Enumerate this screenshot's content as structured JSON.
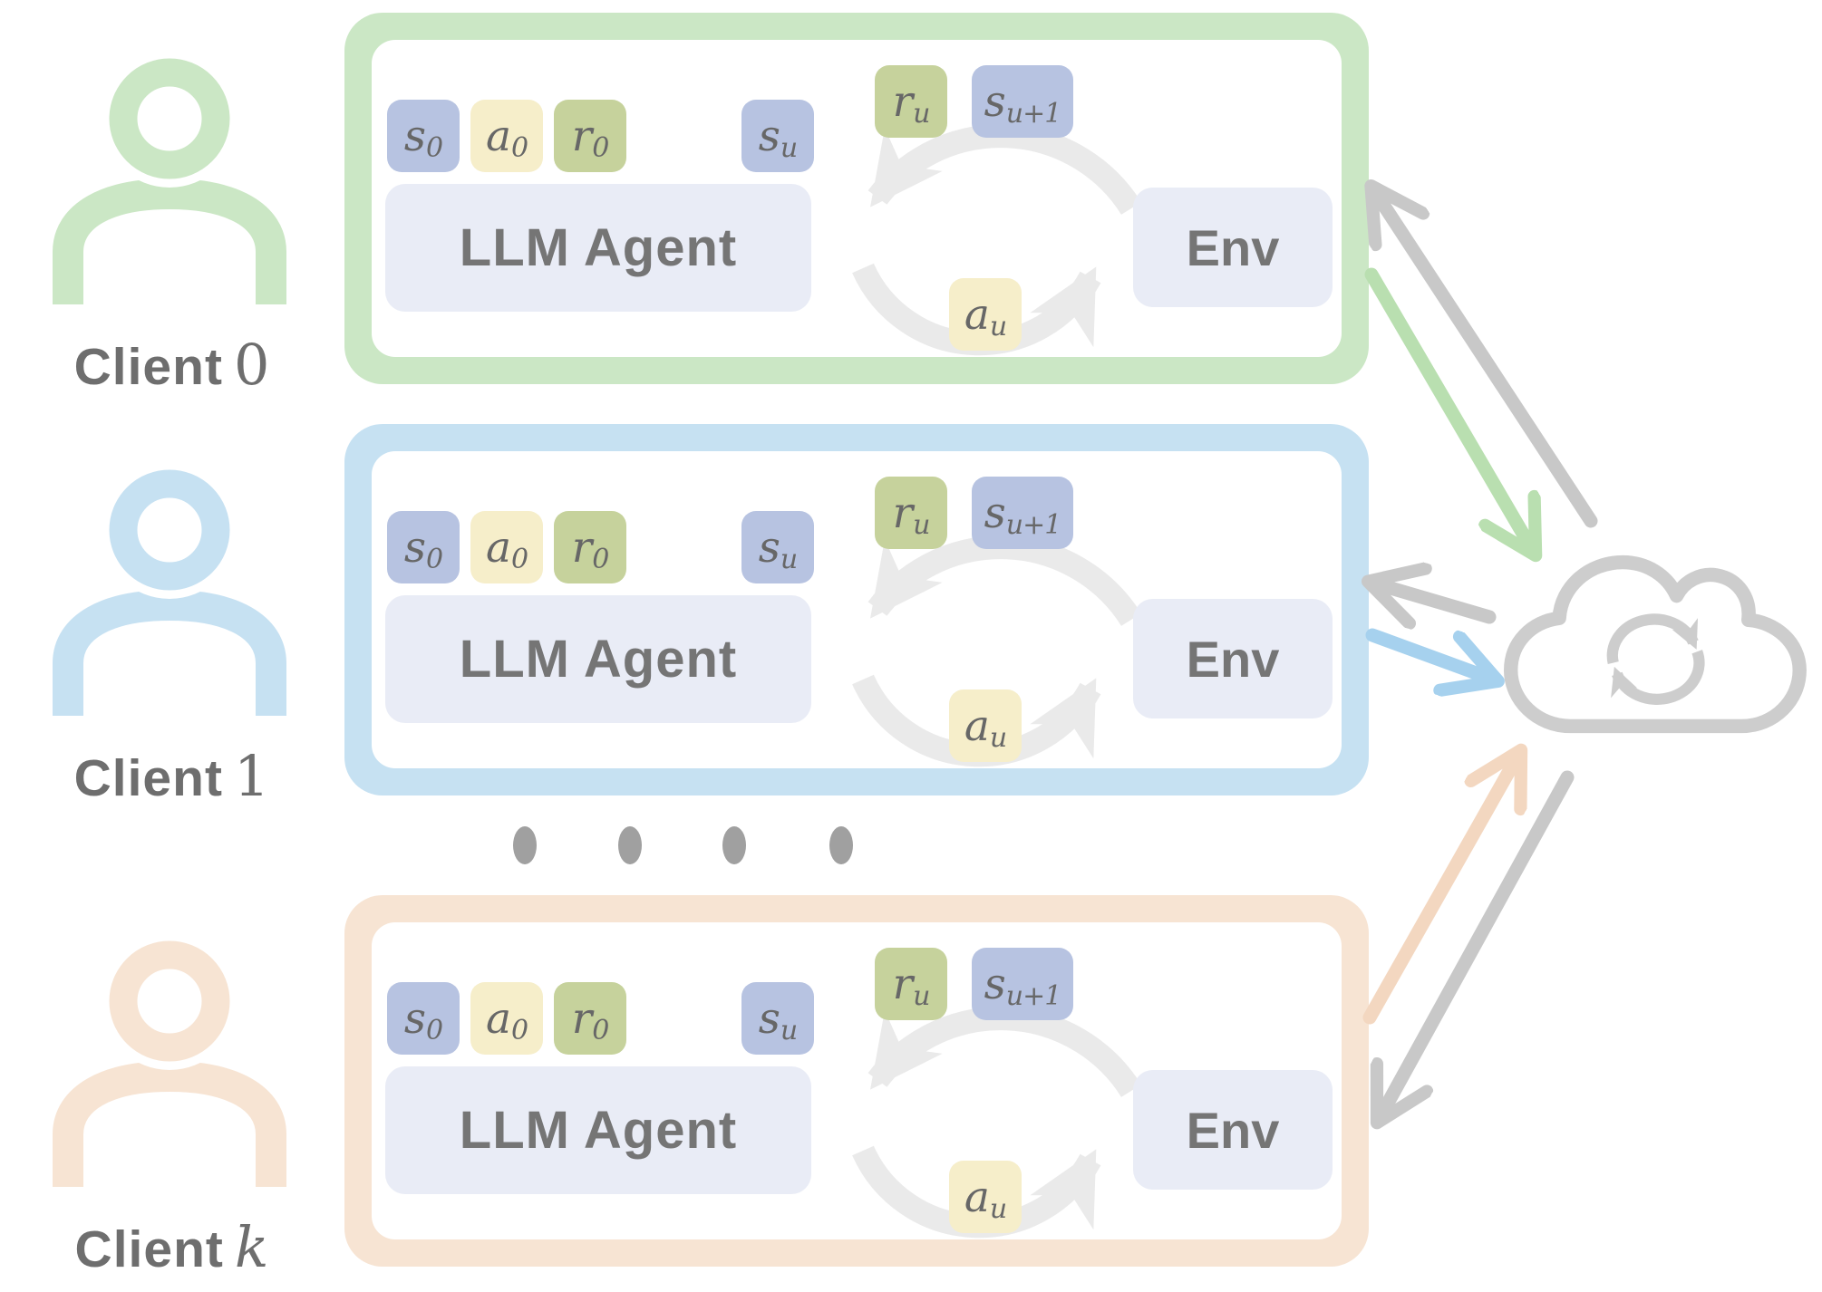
{
  "diagram_title": "federated-llm-agent-clients-cloud-sync",
  "clients": [
    {
      "label": "Client",
      "suffix": "0",
      "theme": "green"
    },
    {
      "label": "Client",
      "suffix": "1",
      "theme": "blue"
    },
    {
      "label": "Client",
      "suffix": "k",
      "theme": "peach"
    }
  ],
  "panel": {
    "agent_label": "LLM Agent",
    "env_label": "Env",
    "tokens": {
      "s0": {
        "base": "s",
        "sub": "0"
      },
      "a0": {
        "base": "a",
        "sub": "0"
      },
      "r0": {
        "base": "r",
        "sub": "0"
      },
      "su": {
        "base": "s",
        "sub": "u"
      },
      "ru": {
        "base": "r",
        "sub": "u"
      },
      "su1": {
        "base": "s",
        "sub": "u+1"
      },
      "au": {
        "base": "a",
        "sub": "u"
      }
    }
  },
  "cloud": {
    "icon": "cloud-sync-icon"
  },
  "separator_dots": 4,
  "colors": {
    "frame_green": "#cbe7c5",
    "frame_blue": "#c6e1f2",
    "frame_peach": "#f7e4d3",
    "arrow_green": "#b9dfb0",
    "arrow_blue": "#a6d1ee",
    "arrow_peach": "#f3d7c0",
    "arrow_gray": "#c8c8c8",
    "token_s": "#b7c3e1",
    "token_a": "#f6eeca",
    "token_r": "#c6d29c",
    "module_bg": "#e9ecf6",
    "text": "#757575",
    "token_text": "#676767",
    "label_text": "#6e6e6e",
    "cycle": "#eaeaea",
    "cloud": "#cdcdcd",
    "dots": "#a0a0a0"
  }
}
